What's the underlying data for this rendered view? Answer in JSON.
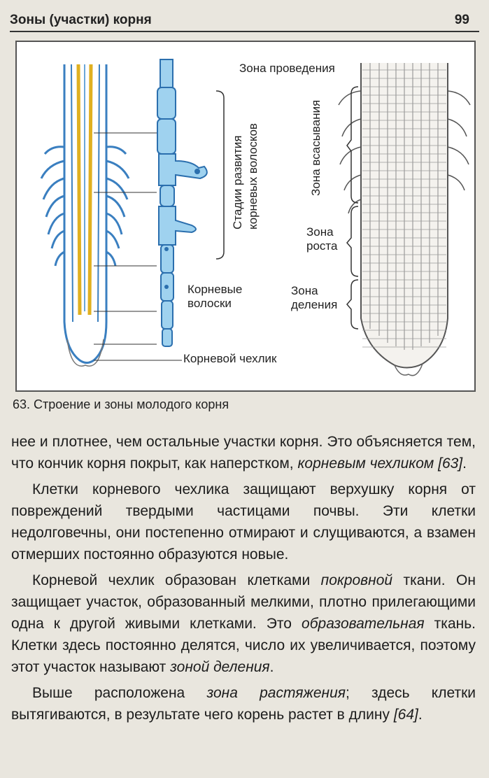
{
  "header": {
    "title": "Зоны (участки) корня",
    "page_number": "99"
  },
  "figure": {
    "labels": {
      "zone_conduct": "Зона проведения",
      "zone_absorb": "Зона всасывания",
      "zone_growth_1": "Зона",
      "zone_growth_2": "роста",
      "zone_div_1": "Зона",
      "zone_div_2": "деления",
      "stages_1": "Стадии развития",
      "stages_2": "корневых волосков",
      "hairs_1": "Корневые",
      "hairs_2": "волоски",
      "cap": "Корневой чехлик"
    },
    "caption": "63. Строение и зоны молодого корня"
  },
  "text": {
    "p1_a": "нее и плотнее, чем остальные участки корня. Это объясняется тем, что кончик корня покрыт, как наперстком, ",
    "p1_em": "корневым чехликом [63]",
    "p1_b": ".",
    "p2": "Клетки корневого чехлика защищают верхушку корня от повреждений твердыми частицами почвы. Эти клетки недолговечны, они постепенно отмирают и слущиваются, а взамен отмерших постоянно образуются новые.",
    "p3_a": "Корневой чехлик образован клетками ",
    "p3_em1": "покровной",
    "p3_b": " ткани. Он защищает участок, образованный мелкими, плотно прилегающими одна к другой живыми клетками. Это ",
    "p3_em2": "образовательная",
    "p3_c": " ткань. Клетки здесь постоянно делятся, число их увеличивается, поэтому этот участок называют ",
    "p3_em3": "зоной деления",
    "p3_d": ".",
    "p4_a": "Выше расположена ",
    "p4_em1": "зона растяжения",
    "p4_b": "; здесь клетки вытягиваются, в результате чего корень растет в длину ",
    "p4_em2": "[64]",
    "p4_c": "."
  }
}
